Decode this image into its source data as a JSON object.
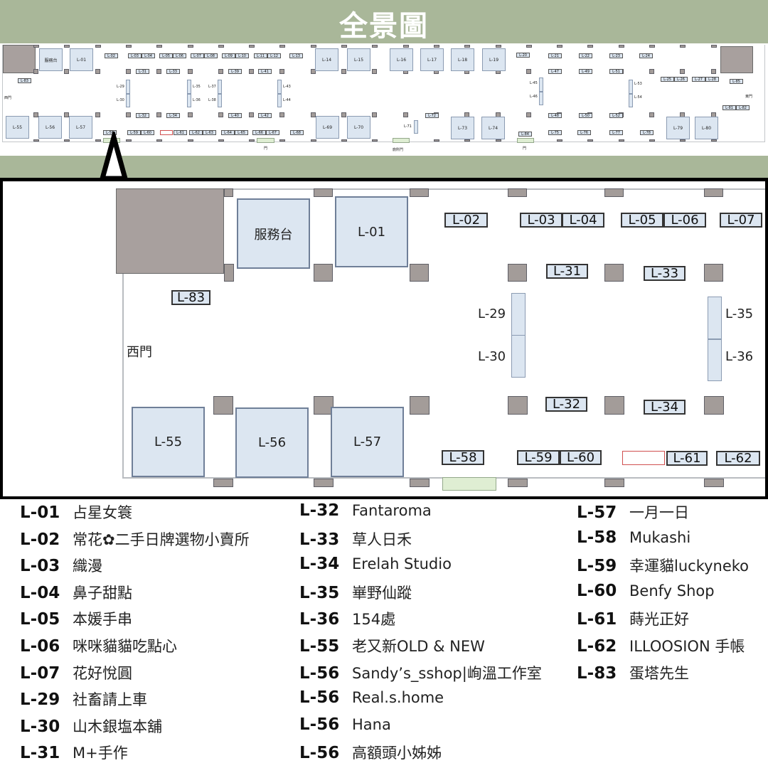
{
  "title": "全景圖",
  "colors": {
    "header": "#a9b799",
    "booth": "#dce6f1",
    "pillar": "#a39c99",
    "door": "#dfeed3",
    "reserved": "#d05050"
  },
  "overview": {
    "big": [
      "服務台",
      "L-01",
      "L-14",
      "L-15",
      "L-16",
      "L-17",
      "L-18",
      "L-19",
      "L-55",
      "L-56",
      "L-57",
      "L-69",
      "L-70",
      "L-73",
      "L-74",
      "L-79",
      "L-80"
    ],
    "tags": [
      "L-02",
      "L-03",
      "L-04",
      "L-05",
      "L-06",
      "L-07",
      "L-08",
      "L-09",
      "L-10",
      "L-11",
      "L-12",
      "L-13",
      "L-20",
      "L-21",
      "L-22",
      "L-23",
      "L-24",
      "L-31",
      "L-33",
      "L-39",
      "L-41",
      "L-47",
      "L-49",
      "L-51",
      "L-83",
      "L-25",
      "L-26",
      "L-27",
      "L-28",
      "L-85",
      "L-81",
      "L-82",
      "L-32",
      "L-34",
      "L-40",
      "L-42",
      "L-72",
      "L-48",
      "L-50",
      "L-52",
      "L-58",
      "L-59",
      "L-60",
      "L-61",
      "L-62",
      "L-63",
      "L-64",
      "L-65",
      "L-66",
      "L-67",
      "L-68",
      "L-84",
      "L-75",
      "L-76",
      "L-77",
      "L-78"
    ],
    "texts": [
      "L-29",
      "L-30",
      "L-35",
      "L-36",
      "L-37",
      "L-38",
      "L-43",
      "L-44",
      "L-45",
      "L-46",
      "L-53",
      "L-54",
      "L-71",
      "西門",
      "東門",
      "門",
      "廁所門",
      "門"
    ]
  },
  "detail": {
    "big": [
      "服務台",
      "L-01",
      "L-55",
      "L-56",
      "L-57"
    ],
    "tags": [
      "L-83",
      "L-02",
      "L-03",
      "L-04",
      "L-05",
      "L-06",
      "L-07",
      "L-31",
      "L-33",
      "L-32",
      "L-34",
      "L-58",
      "L-59",
      "L-60",
      "L-61",
      "L-62"
    ],
    "texts": [
      "西門",
      "L-29",
      "L-30",
      "L-35",
      "L-36"
    ]
  },
  "legend": [
    {
      "code": "L-01",
      "name": "占星女簑"
    },
    {
      "code": "L-02",
      "name": "常花✿二手日牌選物小賣所"
    },
    {
      "code": "L-03",
      "name": "織漫"
    },
    {
      "code": "L-04",
      "name": "鼻子甜點"
    },
    {
      "code": "L-05",
      "name": "本媛手串"
    },
    {
      "code": "L-06",
      "name": "咪咪貓貓吃點心"
    },
    {
      "code": "L-07",
      "name": "花好悅圓"
    },
    {
      "code": "L-29",
      "name": "社畜請上車"
    },
    {
      "code": "L-30",
      "name": "山木銀塩本舖"
    },
    {
      "code": "L-31",
      "name": "M+手作"
    },
    {
      "code": "L-32",
      "name": "Fantaroma"
    },
    {
      "code": "L-33",
      "name": "草人日禾"
    },
    {
      "code": "L-34",
      "name": "Erelah Studio"
    },
    {
      "code": "L-35",
      "name": "崋野仙蹤"
    },
    {
      "code": "L-36",
      "name": "154處"
    },
    {
      "code": "L-55",
      "name": "老又新OLD & NEW"
    },
    {
      "code": "L-56",
      "name": "Sandy’s_sshop|峋溫工作室"
    },
    {
      "code": "L-56",
      "name": "Real.s.home"
    },
    {
      "code": "L-56",
      "name": "Hana"
    },
    {
      "code": "L-56",
      "name": "高額頭小姊姊"
    },
    {
      "code": "L-57",
      "name": "一月一日"
    },
    {
      "code": "L-58",
      "name": "Mukashi"
    },
    {
      "code": "L-59",
      "name": "幸運貓luckyneko"
    },
    {
      "code": "L-60",
      "name": "Benfy Shop"
    },
    {
      "code": "L-61",
      "name": "蒔光正好"
    },
    {
      "code": "L-62",
      "name": "ILLOOSION 手帳"
    },
    {
      "code": "L-83",
      "name": "蛋塔先生"
    }
  ]
}
